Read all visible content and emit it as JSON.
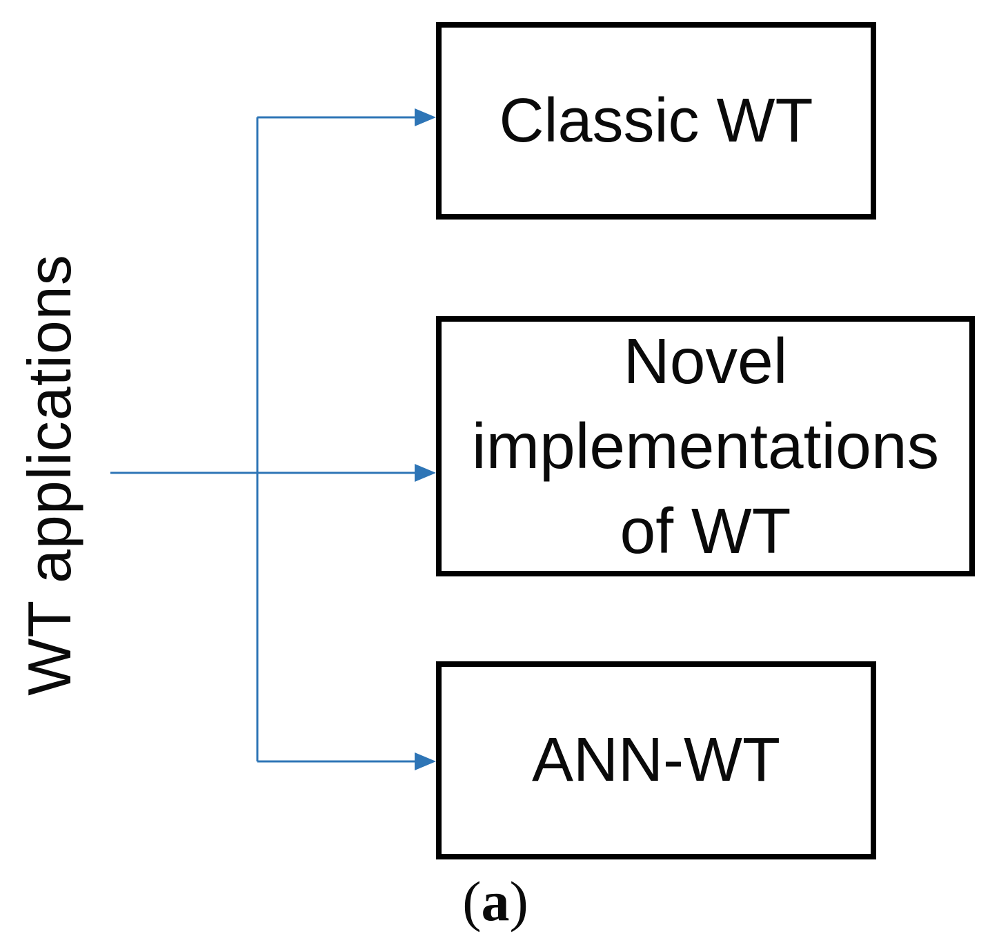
{
  "colors": {
    "connector_blue": "#2E75B6",
    "box_border": "#000000",
    "box_fill": "#FFFFFF",
    "text": "#0A0A0A",
    "background": "#FFFFFF"
  },
  "diagram": {
    "root_label": "WT applications",
    "nodes": [
      {
        "id": "classic-wt",
        "label": "Classic WT"
      },
      {
        "id": "novel-implementations-of-wt",
        "label": "Novel\nimplementations\nof WT"
      },
      {
        "id": "ann-wt",
        "label": "ANN-WT"
      }
    ],
    "caption": {
      "open": "(",
      "letter": "a",
      "close": ")"
    }
  }
}
